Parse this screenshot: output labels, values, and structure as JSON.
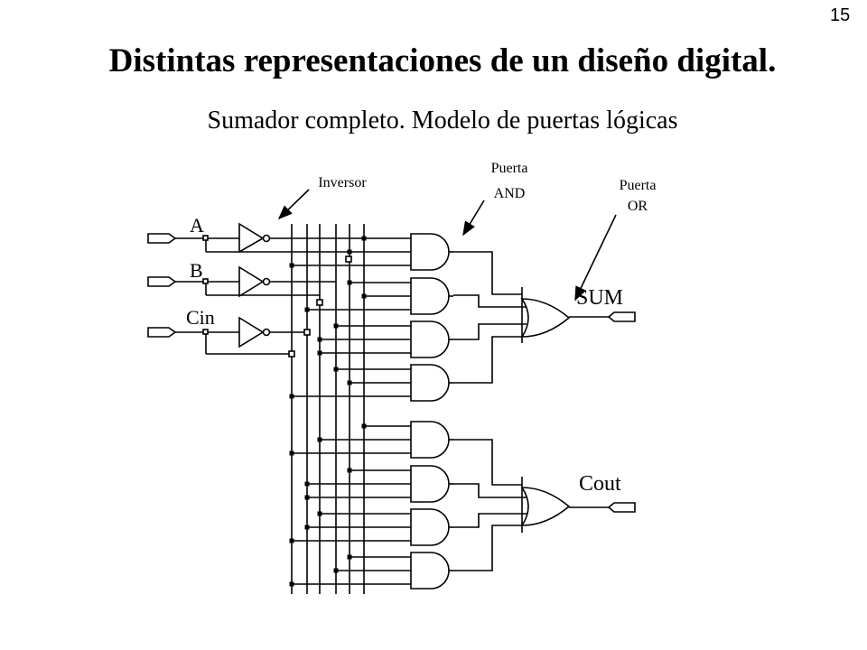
{
  "slide": {
    "number": "15",
    "title": "Distintas representaciones de un diseño digital.",
    "subtitle": "Sumador completo. Modelo de puertas lógicas"
  },
  "callouts": {
    "inversor": "Inversor",
    "and_line1": "Puerta",
    "and_line2": "AND",
    "or_line1": "Puerta",
    "or_line2": "OR"
  },
  "inputs": {
    "a": "A",
    "b": "B",
    "cin": "Cin"
  },
  "outputs": {
    "sum": "SUM",
    "cout": "Cout"
  }
}
